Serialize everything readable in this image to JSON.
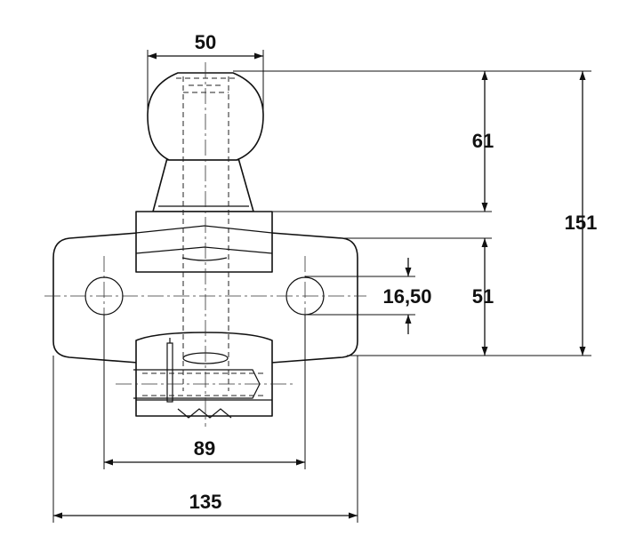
{
  "dimensions": {
    "ball_diameter": "50",
    "ball_height": "61",
    "overall_height": "151",
    "plate_height": "51",
    "hole_diameter": "16,50",
    "hole_spacing": "89",
    "plate_width": "135"
  }
}
